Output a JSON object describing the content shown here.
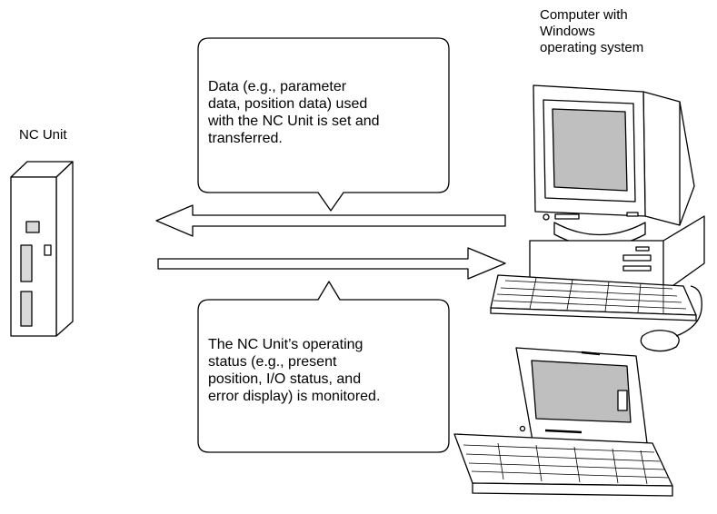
{
  "labels": {
    "nc_unit": "NC Unit",
    "computer": "Computer with\nWindows\noperating system"
  },
  "callouts": {
    "top": "Data (e.g., parameter\ndata, position data) used\nwith the NC Unit is set and\ntransferred.",
    "bottom": "The NC Unit’s operating\nstatus (e.g., present\nposition, I/O status, and\nerror display) is monitored."
  },
  "arrows": {
    "top_direction": "left",
    "bottom_direction": "right"
  }
}
